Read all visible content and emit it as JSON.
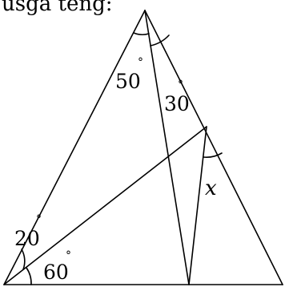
{
  "caption": "usga teng:",
  "angles": {
    "a50": "50",
    "a30": "30",
    "a20": "20",
    "a60": "60",
    "x": "x"
  },
  "degree_symbol": "°"
}
